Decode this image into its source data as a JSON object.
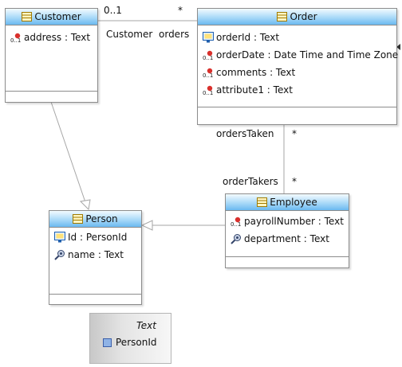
{
  "classes": {
    "customer": {
      "name": "Customer",
      "attributes": [
        {
          "text": "address : Text",
          "icon": "attribute-icon"
        }
      ]
    },
    "order": {
      "name": "Order",
      "attributes": [
        {
          "text": "orderId : Text",
          "icon": "id-attribute-icon"
        },
        {
          "text": "orderDate : Date Time and Time Zone",
          "icon": "attribute-icon"
        },
        {
          "text": "comments : Text",
          "icon": "attribute-icon"
        },
        {
          "text": "attribute1 : Text",
          "icon": "attribute-icon"
        }
      ]
    },
    "person": {
      "name": "Person",
      "attributes": [
        {
          "text": "Id : PersonId",
          "icon": "id-attribute-icon"
        },
        {
          "text": "name : Text",
          "icon": "key-attribute-icon"
        }
      ]
    },
    "employee": {
      "name": "Employee",
      "attributes": [
        {
          "text": "payrollNumber : Text",
          "icon": "attribute-icon"
        },
        {
          "text": "department : Text",
          "icon": "key-attribute-icon"
        }
      ]
    }
  },
  "enumeration": {
    "type": "Text",
    "item": "PersonId"
  },
  "associations": {
    "customer_order": {
      "customer_multiplicity": "0..1",
      "order_multiplicity": "*",
      "customer_role": "Customer",
      "order_role": "orders"
    },
    "order_employee": {
      "order_role": "ordersTaken",
      "order_multiplicity": "*",
      "employee_role": "orderTakers",
      "employee_multiplicity": "*"
    }
  },
  "colors": {
    "header_top": "#f3fbff",
    "header_bottom": "#6ab9f0",
    "border": "#8c8c8c",
    "connector": "#a6a6a6"
  }
}
